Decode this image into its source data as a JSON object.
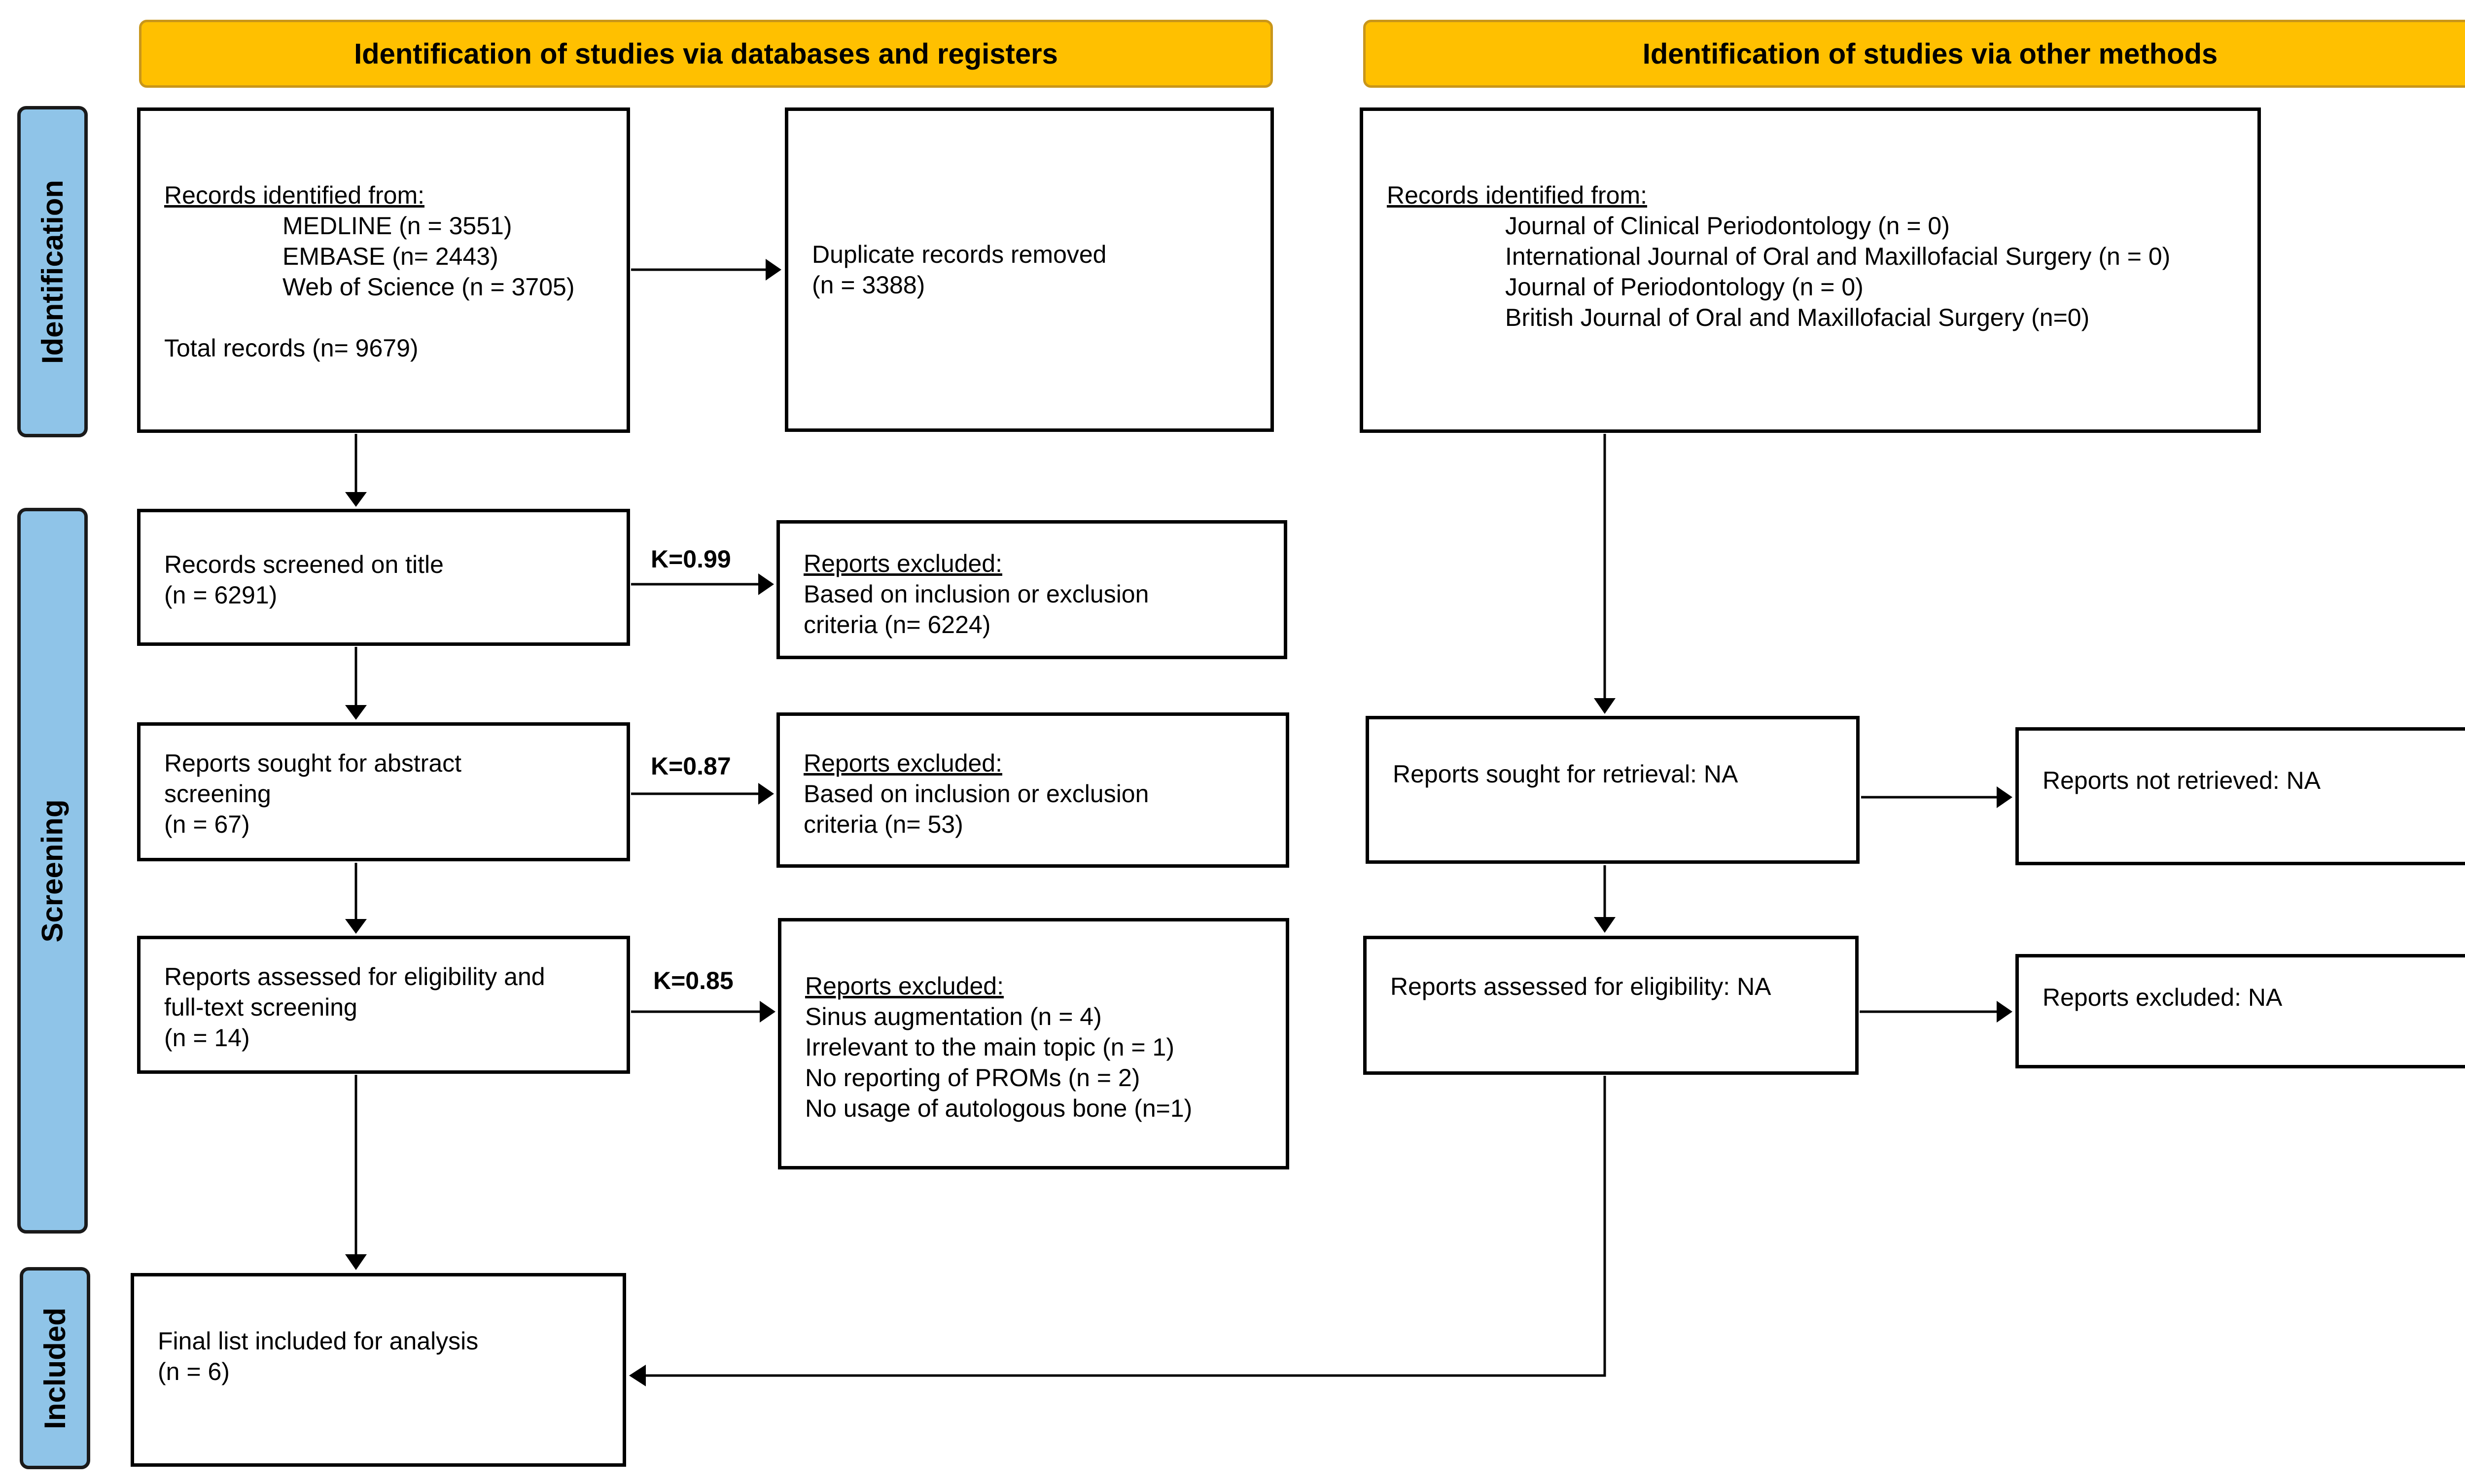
{
  "headers": {
    "databases": "Identification of studies via databases and registers",
    "other": "Identification of studies via other methods"
  },
  "phases": {
    "identification": "Identification",
    "screening": "Screening",
    "included": "Included"
  },
  "identification": {
    "records_heading": "Records identified from:",
    "sources": [
      "MEDLINE (n = 3551)",
      "EMBASE (n= 2443)",
      "Web of Science (n = 3705)"
    ],
    "total": "Total records (n= 9679)",
    "duplicates_line1": "Duplicate records removed",
    "duplicates_line2": "(n = 3388)"
  },
  "other_methods": {
    "records_heading": "Records identified from:",
    "sources": [
      "Journal of Clinical Periodontology (n = 0)",
      "International Journal of Oral and Maxillofacial Surgery (n = 0)",
      "Journal of Periodontology (n = 0)",
      "British Journal of Oral and Maxillofacial Surgery (n=0)"
    ],
    "sought": "Reports sought for retrieval: NA",
    "not_retrieved": "Reports not retrieved: NA",
    "assessed": "Reports assessed for eligibility: NA",
    "excluded": "Reports excluded: NA"
  },
  "screening": {
    "title_screen": {
      "line1": "Records screened on title",
      "line2": "(n = 6291)"
    },
    "kappa1": "K=0.99",
    "excl1": {
      "heading": "Reports excluded:",
      "line1": "Based on inclusion or exclusion",
      "line2": "criteria (n= 6224)"
    },
    "abstract": {
      "line1": "Reports sought for abstract",
      "line2": "screening",
      "line3": "(n = 67)"
    },
    "kappa2": "K=0.87",
    "excl2": {
      "heading": "Reports excluded:",
      "line1": "Based on inclusion or exclusion",
      "line2": "criteria (n= 53)"
    },
    "fulltext": {
      "line1": "Reports assessed for eligibility and",
      "line2": "full-text screening",
      "line3": "(n = 14)"
    },
    "kappa3": "K=0.85",
    "excl3": {
      "heading": "Reports excluded:",
      "reasons": [
        "Sinus augmentation (n = 4)",
        "Irrelevant to the main topic (n = 1)",
        "No reporting of PROMs (n = 2)",
        "No usage of autologous bone (n=1)"
      ]
    }
  },
  "included": {
    "line1": "Final list included for analysis",
    "line2": "(n = 6)"
  }
}
